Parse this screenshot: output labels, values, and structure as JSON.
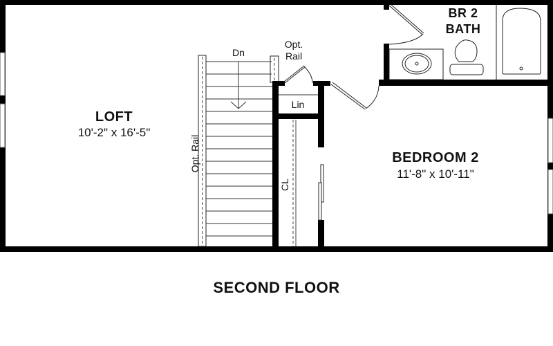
{
  "plan": {
    "title": "SECOND FLOOR",
    "colors": {
      "wall": "#000000",
      "background": "#ffffff",
      "line": "#333333"
    },
    "rooms": [
      {
        "id": "loft",
        "name": "LOFT",
        "dimensions": "10'-2\" x 16'-5\""
      },
      {
        "id": "bedroom2",
        "name": "BEDROOM 2",
        "dimensions": "11'-8\" x 10'-11\""
      },
      {
        "id": "br2bath",
        "name_line1": "BR 2",
        "name_line2": "BATH"
      }
    ],
    "labels": {
      "stairs_direction": "Dn",
      "opt_rail_stair": "Opt. Rail",
      "opt_rail_top_line1": "Opt.",
      "opt_rail_top_line2": "Rail",
      "linen": "Lin",
      "closet": "CL"
    }
  }
}
